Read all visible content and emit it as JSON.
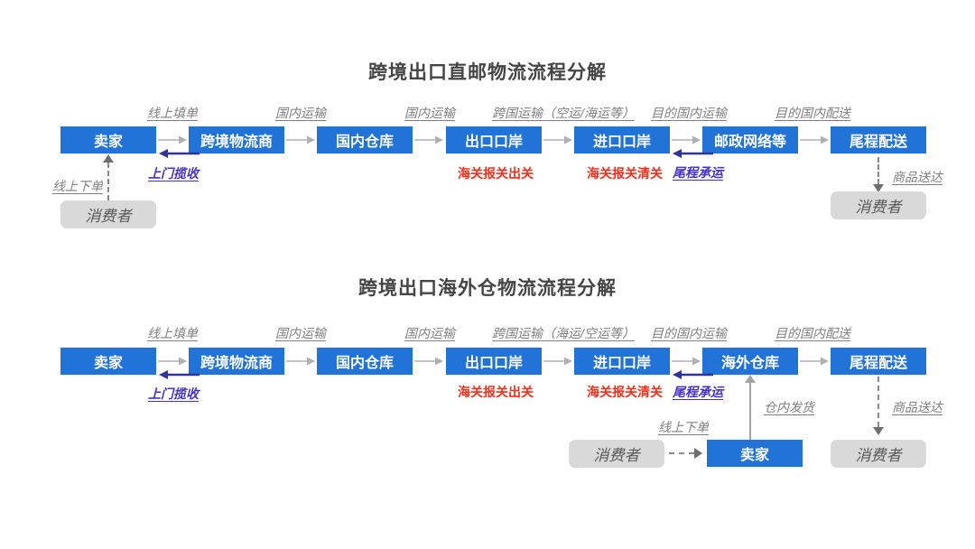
{
  "colors": {
    "node-blue": "#2273d7",
    "node-text": "#ffffff",
    "consumer-gray": "#d9d9d9",
    "consumer-text": "#595959",
    "title-color": "#454545",
    "label-gray": "#7f7f7f",
    "red": "#f2301d",
    "purple": "#4431c8",
    "back-arrow-purple": "#32329b",
    "arrow-gray": "#b0b0b4",
    "dash-gray": "#8a8a8a",
    "dark-tri": "#6f6f6f",
    "solid-gray": "#a5a5a8"
  },
  "diagram1": {
    "title": "跨境出口直邮物流流程分解",
    "nodes": [
      "卖家",
      "跨境物流商",
      "国内仓库",
      "出口口岸",
      "进口口岸",
      "邮政网络等",
      "尾程配送"
    ],
    "edge_labels": [
      "线上填单",
      "国内运输",
      "国内运输",
      "跨国运输（空运/海运等）",
      "目的国内运输",
      "目的国内配送"
    ],
    "pickup": "上门揽收",
    "customs_out": "海关报关出关",
    "customs_in": "海关报关清关",
    "last_mile": "尾程承运",
    "online_order": "线上下单",
    "goods_delivered": "商品送达",
    "consumer_left": "消费者",
    "consumer_right": "消费者"
  },
  "diagram2": {
    "title": "跨境出口海外仓物流流程分解",
    "nodes": [
      "卖家",
      "跨境物流商",
      "国内仓库",
      "出口口岸",
      "进口口岸",
      "海外仓库",
      "尾程配送"
    ],
    "edge_labels": [
      "线上填单",
      "国内运输",
      "国内运输",
      "跨国运输（海运/空运等）",
      "目的国内运输",
      "目的国内配送"
    ],
    "pickup": "上门揽收",
    "customs_out": "海关报关出关",
    "customs_in": "海关报关清关",
    "last_mile": "尾程承运",
    "warehouse_dispatch": "仓内发货",
    "online_order": "线上下单",
    "goods_delivered": "商品送达",
    "consumer_order": "消费者",
    "seller_bottom": "卖家",
    "consumer_right": "消费者"
  }
}
